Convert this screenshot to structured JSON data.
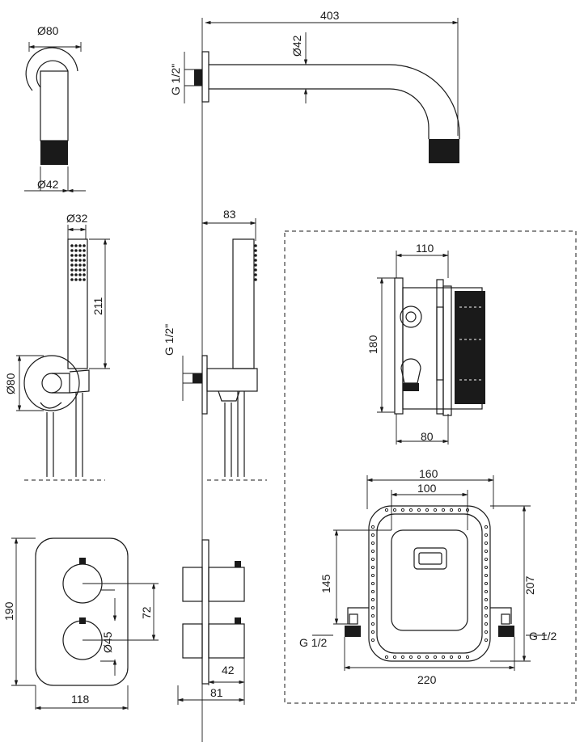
{
  "dimensions": {
    "spout_length": "403",
    "spout_pipe_dia": "Ø42",
    "spout_rosette_dia": "Ø80",
    "spout_side_pipe_dia": "Ø42",
    "spout_thread": "G 1/2\"",
    "hand_shower_dia": "Ø32",
    "hand_shower_length": "211",
    "holder_rosette_dia": "Ø80",
    "holder_projection": "83",
    "holder_thread": "G 1/2\"",
    "box_depth_top": "110",
    "box_height": "180",
    "box_depth_bottom": "80",
    "box_width_outer": "160",
    "box_width_inner": "100",
    "box_height_inner": "145",
    "box_height_outer": "207",
    "box_width_total": "220",
    "box_inlet_left": "G 1/2",
    "box_inlet_right": "G 1/2",
    "plate_height": "190",
    "knob_spacing": "72",
    "knob_dia": "Ø45",
    "plate_width": "118",
    "knob_projection": "42",
    "plate_projection": "81"
  }
}
